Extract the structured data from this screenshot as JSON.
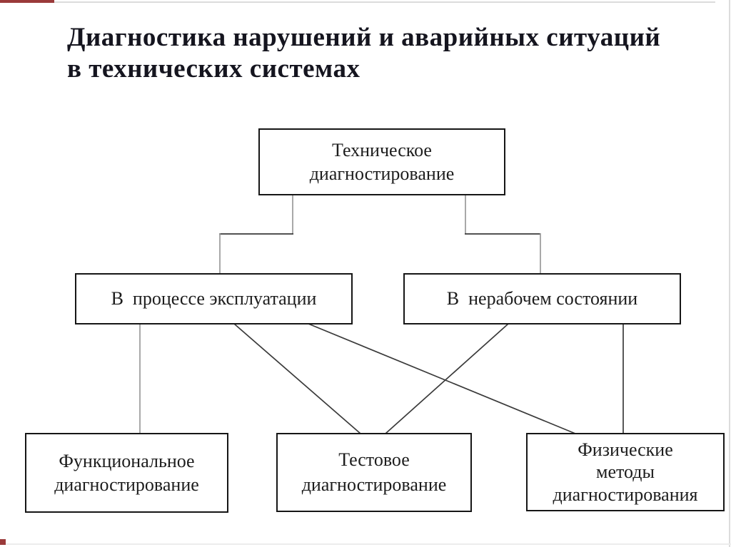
{
  "slide": {
    "title": "Диагностика нарушений и аварийных ситуаций\nв технических системах",
    "nodes": {
      "root": {
        "label": "Техническое\nдиагностирование"
      },
      "operation": {
        "label": "В  процессе эксплуатации"
      },
      "nonworking": {
        "label": "В  нерабочем состоянии"
      },
      "functional": {
        "label": "Функциональное\nдиагностирование"
      },
      "test": {
        "label": "Тестовое\nдиагностирование"
      },
      "physical": {
        "label": "Физические\nметоды\nдиагностирования"
      }
    },
    "edges": [
      {
        "from": "root",
        "to": "operation"
      },
      {
        "from": "root",
        "to": "nonworking"
      },
      {
        "from": "operation",
        "to": "functional"
      },
      {
        "from": "operation",
        "to": "test"
      },
      {
        "from": "operation",
        "to": "physical"
      },
      {
        "from": "nonworking",
        "to": "test"
      },
      {
        "from": "nonworking",
        "to": "physical"
      }
    ],
    "colors": {
      "box_border": "#161616",
      "text": "#1d1d1d",
      "title_text": "#15151f",
      "connector_dark": "#3a3a3a",
      "connector_light": "#9a9a9a",
      "frame_gray": "#dcdcdc",
      "accent_red": "#9a3a3a"
    }
  }
}
